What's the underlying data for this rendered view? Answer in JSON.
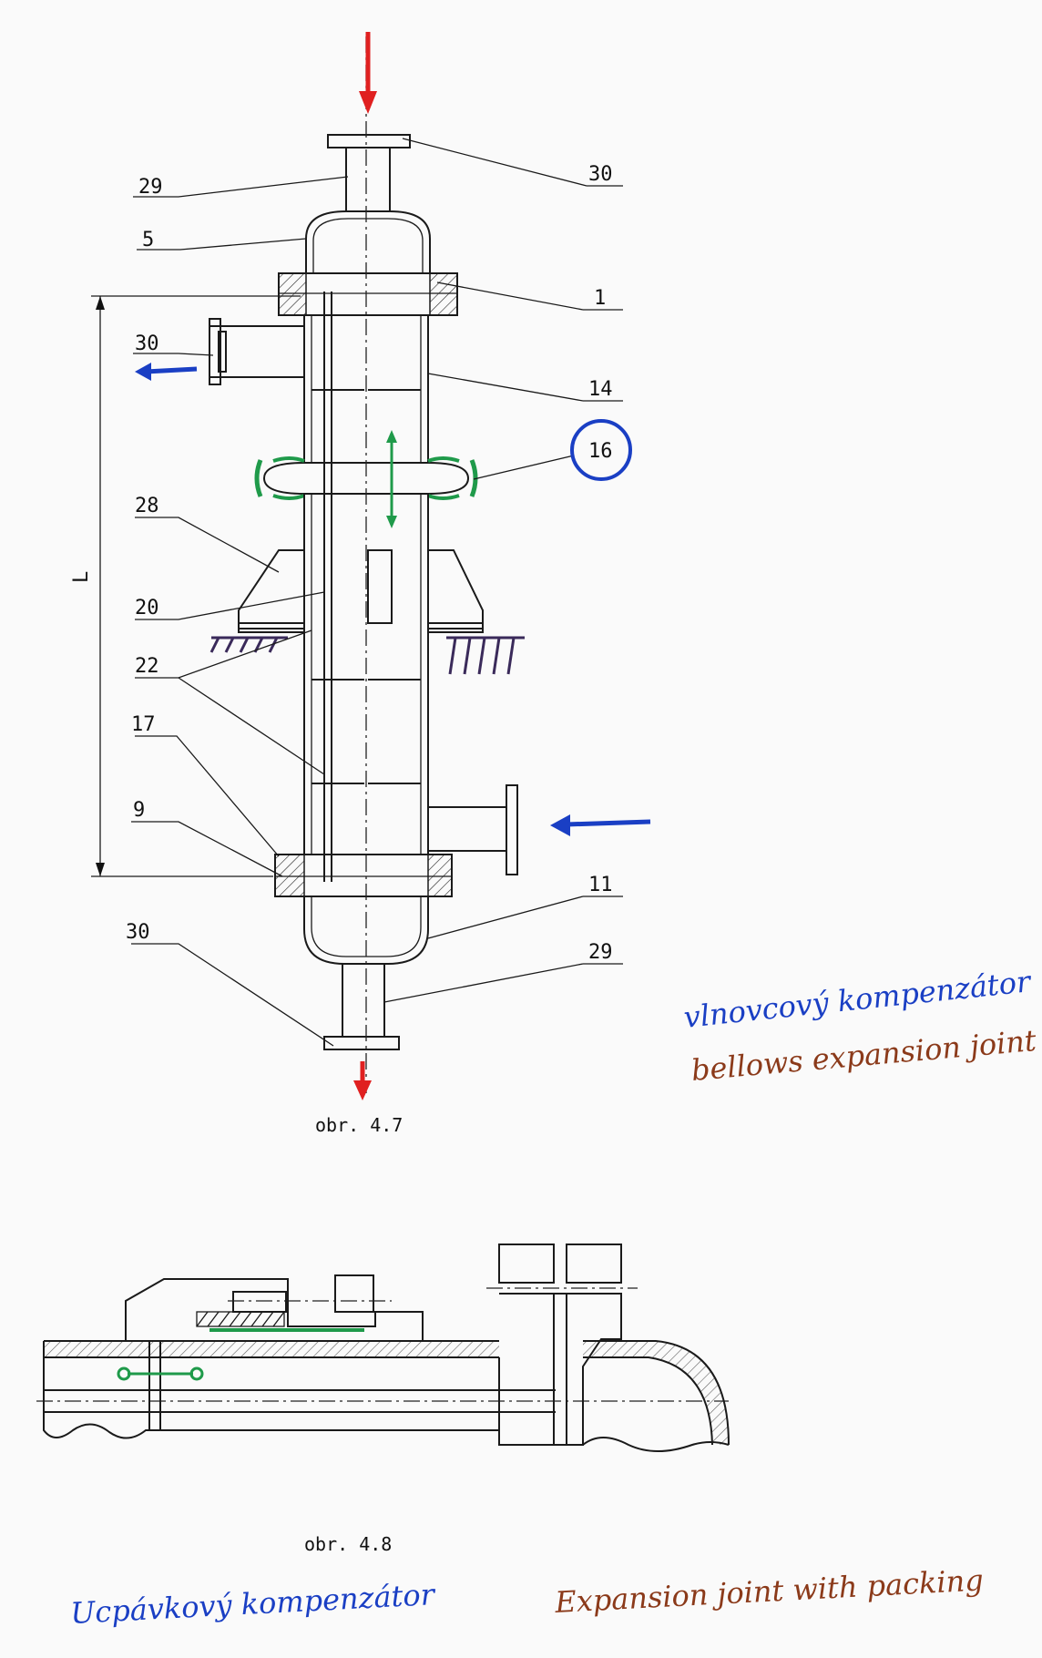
{
  "fig1": {
    "caption": "obr. 4.7",
    "dimension_label": "L",
    "labels": {
      "l29_top": "29",
      "l30_top": "30",
      "l5": "5",
      "l1": "1",
      "l30_left": "30",
      "l14": "14",
      "l16": "16",
      "l28": "28",
      "l20": "20",
      "l22": "22",
      "l17": "17",
      "l9": "9",
      "l11": "11",
      "l30_bottom": "30",
      "l29_bottom": "29"
    },
    "note_cz": "vlnovcový kompenzátor",
    "note_en": "bellows expansion joint"
  },
  "fig2": {
    "caption": "obr. 4.8",
    "note_cz": "Ucpávkový kompenzátor",
    "note_en": "Expansion joint with packing"
  },
  "colors": {
    "inlet_arrow": "#e02020",
    "outlet_arrow": "#e02020",
    "flow_arrow": "#1a3fc4",
    "highlight_green": "#1f9a4a",
    "handwriting_blue": "#1a3fc4",
    "handwriting_brown": "#8b3a1a",
    "hatch_purple": "#3a2a5a"
  }
}
